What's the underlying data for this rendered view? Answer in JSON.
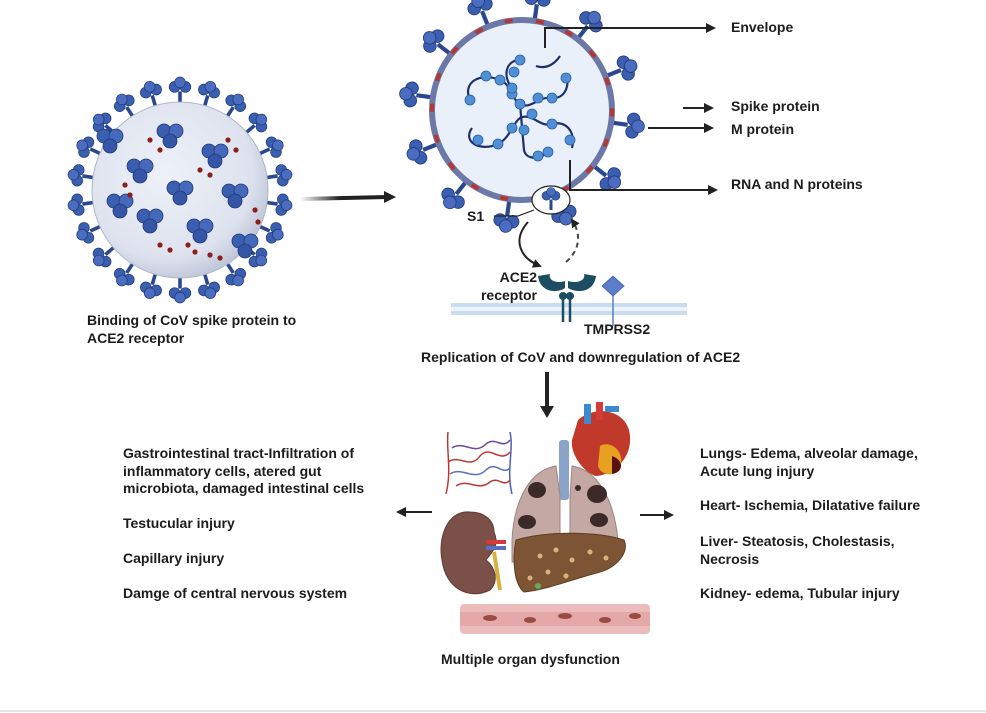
{
  "diagram": {
    "binding_caption": "Binding of CoV spike protein to ACE2 receptor",
    "virion_labels": {
      "envelope": "Envelope",
      "spike": "Spike protein",
      "m_protein": "M protein",
      "rna_n": "RNA and N proteins",
      "s1": "S1"
    },
    "receptor_labels": {
      "ace2": "ACE2 receptor",
      "tmprss2": "TMPRSS2"
    },
    "replication_caption": "Replication of CoV and downregulation of ACE2",
    "left_effects": [
      "Gastrointestinal tract-Infiltration of inflammatory cells, atered gut microbiota, damaged intestinal cells",
      "Testucular injury",
      "Capillary injury",
      "Damge of central nervous system"
    ],
    "right_effects": [
      "Lungs- Edema, alveolar damage, Acute lung injury",
      "Heart- Ischemia, Dilatative failure",
      "Liver- Steatosis, Cholestasis, Necrosis",
      "Kidney- edema, Tubular injury"
    ],
    "organ_caption": "Multiple organ dysfunction"
  },
  "colors": {
    "spike_blue": "#3b5fb0",
    "spike_dark": "#2a4790",
    "virion_fill": "#e7edf8",
    "membrane": "#6b78a8",
    "m_protein_red": "#b5372f",
    "rna_strand": "#1f2f6e",
    "n_protein": "#4f8fd6",
    "ace2_teal": "#1c4d63",
    "tmprss2": "#5a7fc8",
    "cell_membrane": "#c9dcf0"
  }
}
